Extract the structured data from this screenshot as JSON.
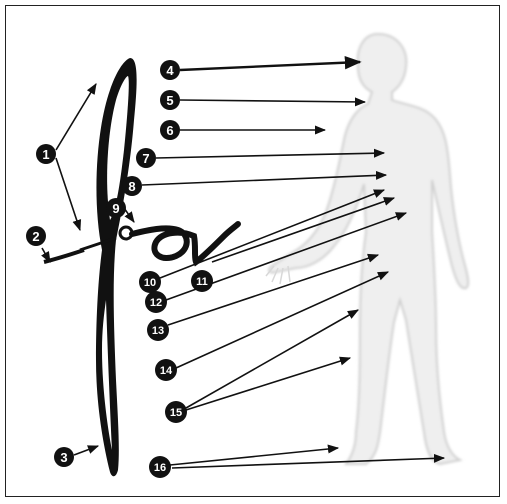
{
  "colors": {
    "ink": "#111111",
    "badge_fill": "#111111",
    "badge_text": "#ffffff",
    "silhouette_fill": "#f4f4f4",
    "silhouette_stroke": "#c9c9c9",
    "frame": "#222222"
  },
  "labels": [
    "1",
    "2",
    "3",
    "4",
    "5",
    "6",
    "7",
    "8",
    "9",
    "10",
    "11",
    "12",
    "13",
    "14",
    "15",
    "16"
  ]
}
